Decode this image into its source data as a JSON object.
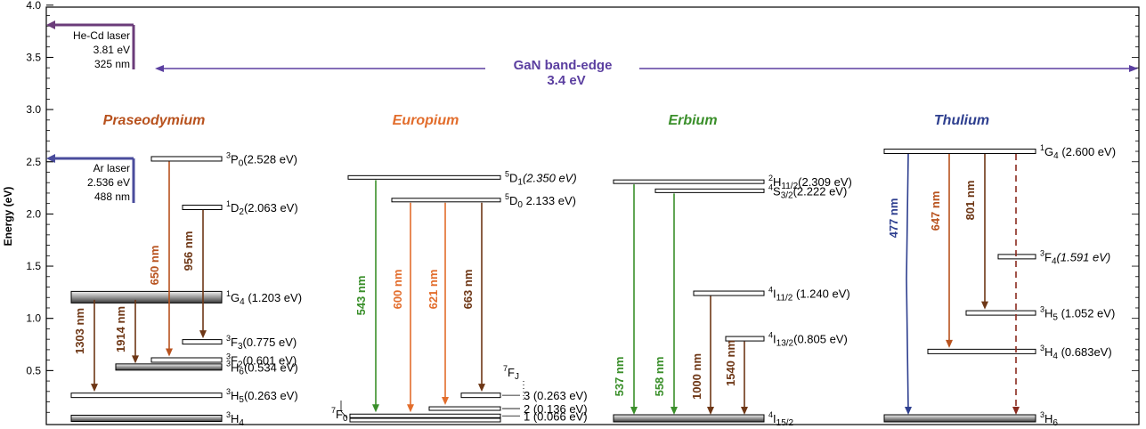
{
  "y_axis": {
    "label": "Energy (eV)",
    "ticks": [
      "4.0",
      "3.5",
      "3.0",
      "2.5",
      "2.0",
      "1.5",
      "1.0",
      "0.5"
    ],
    "range": [
      0,
      4.0
    ]
  },
  "lasers": {
    "hecd": {
      "name": "He-Cd laser",
      "energy": "3.81 eV",
      "wavelength": "325 nm",
      "color": "#6b3c7a"
    },
    "ar": {
      "name": "Ar laser",
      "energy": "2.536 eV",
      "wavelength": "488 nm",
      "color": "#4a4c9c"
    }
  },
  "gan": {
    "title": "GaN band-edge",
    "value": "3.4 eV",
    "energy": 3.4,
    "color": "#5b3fa0"
  },
  "columns": {
    "pr": {
      "name": "Praseodymium",
      "color": "#b8521e"
    },
    "eu": {
      "name": "Europium",
      "color": "#e26d2c"
    },
    "er": {
      "name": "Erbium",
      "color": "#3a8f2a"
    },
    "tm": {
      "name": "Thulium",
      "color": "#2e3f8f"
    }
  },
  "levels": {
    "pr_3P0": {
      "sym": "3",
      "term": "P",
      "sub": "0",
      "val": "(2.528 eV)",
      "e": 2.528,
      "style": "thin"
    },
    "pr_1D2": {
      "sym": "1",
      "term": "D",
      "sub": "2",
      "val": "(2.063 eV)",
      "e": 2.063,
      "style": "thin"
    },
    "pr_1G4": {
      "sym": "1",
      "term": "G",
      "sub": "4",
      "val": " (1.203 eV)",
      "e": 1.203,
      "style": "band"
    },
    "pr_3F3": {
      "sym": "3",
      "term": "F",
      "sub": "3",
      "val": "(0.775 eV)",
      "e": 0.775,
      "style": "thin"
    },
    "pr_3F2": {
      "sym": "3",
      "term": "F",
      "sub": "2",
      "val": "(0.601 eV)",
      "e": 0.601,
      "style": "thin"
    },
    "pr_3H6": {
      "sym": "3",
      "term": "H",
      "sub": "6",
      "val": "(0.534 eV)",
      "e": 0.534,
      "style": "medium"
    },
    "pr_3H5": {
      "sym": "3",
      "term": "H",
      "sub": "5",
      "val": "(0.263 eV)",
      "e": 0.263,
      "style": "thin"
    },
    "pr_3H4": {
      "sym": "3",
      "term": "H",
      "sub": "4",
      "val": "",
      "e": 0,
      "style": "medium"
    },
    "eu_5D1": {
      "sym": "5",
      "term": "D",
      "sub": "1",
      "val": "(2.350 eV)",
      "e": 2.35,
      "style": "thin",
      "italic": true
    },
    "eu_5D0": {
      "sym": "5",
      "term": "D",
      "sub": "0",
      "val": " 2.133 eV)",
      "e": 2.133,
      "style": "thin"
    },
    "eu_7F_label": {
      "sym": "7",
      "term": "F",
      "sub": "J"
    },
    "eu_7F0_label": {
      "sym": "7",
      "term": "F",
      "sub": "0"
    },
    "eu_7F3": {
      "num": "3",
      "val": "(0.263 eV)",
      "e": 0.263
    },
    "eu_7F2": {
      "num": "2",
      "val": "(0.136 eV)",
      "e": 0.136
    },
    "eu_7F1": {
      "num": "1",
      "val": "(0.066 eV)",
      "e": 0.066
    },
    "er_2H112": {
      "sym": "2",
      "term": "H",
      "sub": "11/2",
      "val": "(2.309 eV)",
      "e": 2.309,
      "style": "thin"
    },
    "er_4S32": {
      "sym": "4",
      "term": "S",
      "sub": "3/2",
      "val": "(2.222 eV)",
      "e": 2.222,
      "style": "thin"
    },
    "er_4I112": {
      "sym": "4",
      "term": "I",
      "sub": "11/2",
      "val": " (1.240 eV)",
      "e": 1.24,
      "style": "thin"
    },
    "er_4I132": {
      "sym": "4",
      "term": "I",
      "sub": "13/2",
      "val": "(0.805 eV)",
      "e": 0.805,
      "style": "thin"
    },
    "er_4I152": {
      "sym": "4",
      "term": "I",
      "sub": "15/2",
      "val": "",
      "e": 0,
      "style": "medium"
    },
    "tm_1G4": {
      "sym": "1",
      "term": "G",
      "sub": "4",
      "val": " (2.600 eV)",
      "e": 2.6,
      "style": "thin"
    },
    "tm_3F4": {
      "sym": "3",
      "term": "F",
      "sub": "4",
      "val": "(1.591 eV)",
      "e": 1.591,
      "style": "thin",
      "italic": true
    },
    "tm_3H5": {
      "sym": "3",
      "term": "H",
      "sub": "5",
      "val": " (1.052 eV)",
      "e": 1.052,
      "style": "thin"
    },
    "tm_3H4": {
      "sym": "3",
      "term": "H",
      "sub": "4",
      "val": " (0.683eV)",
      "e": 0.683,
      "style": "thin"
    },
    "tm_3H6": {
      "sym": "3",
      "term": "H",
      "sub": "6",
      "val": "",
      "e": 0,
      "style": "medium"
    }
  },
  "transitions": {
    "pr_650": {
      "label": "650 nm",
      "from": 2.528,
      "to": 0.601,
      "color": "#b8521e"
    },
    "pr_956": {
      "label": "956 nm",
      "from": 2.063,
      "to": 0.775,
      "color": "#6e3716"
    },
    "pr_1303": {
      "label": "1303 nm",
      "from": 1.203,
      "to": 0.263,
      "color": "#6e3716"
    },
    "pr_1914": {
      "label": "1914 nm",
      "from": 1.203,
      "to": 0.534,
      "color": "#6e3716"
    },
    "eu_543": {
      "label": "543 nm",
      "from": 2.35,
      "to": 0.066,
      "color": "#3a8f2a"
    },
    "eu_600": {
      "label": "600 nm",
      "from": 2.133,
      "to": 0.066,
      "color": "#e26d2c"
    },
    "eu_621": {
      "label": "621 nm",
      "from": 2.133,
      "to": 0.136,
      "color": "#e26d2c"
    },
    "eu_663": {
      "label": "663 nm",
      "from": 2.133,
      "to": 0.263,
      "color": "#6e3716"
    },
    "er_537": {
      "label": "537 nm",
      "from": 2.309,
      "to": 0,
      "color": "#3a8f2a"
    },
    "er_558": {
      "label": "558 nm",
      "from": 2.222,
      "to": 0,
      "color": "#3a8f2a"
    },
    "er_1000": {
      "label": "1000 nm",
      "from": 1.24,
      "to": 0,
      "color": "#6e3716"
    },
    "er_1540": {
      "label": "1540 nm",
      "from": 0.805,
      "to": 0,
      "color": "#6e3716"
    },
    "tm_477": {
      "label": "477 nm",
      "from": 2.6,
      "to": 0,
      "color": "#2e3f8f"
    },
    "tm_647": {
      "label": "647 nm",
      "from": 2.6,
      "to": 0.683,
      "color": "#b8521e"
    },
    "tm_801": {
      "label": "801 nm",
      "from": 2.6,
      "to": 1.052,
      "color": "#6e3716"
    },
    "tm_dashed": {
      "label": "",
      "from": 2.6,
      "to": 0,
      "color": "#8a2a1e",
      "dashed": true
    }
  }
}
